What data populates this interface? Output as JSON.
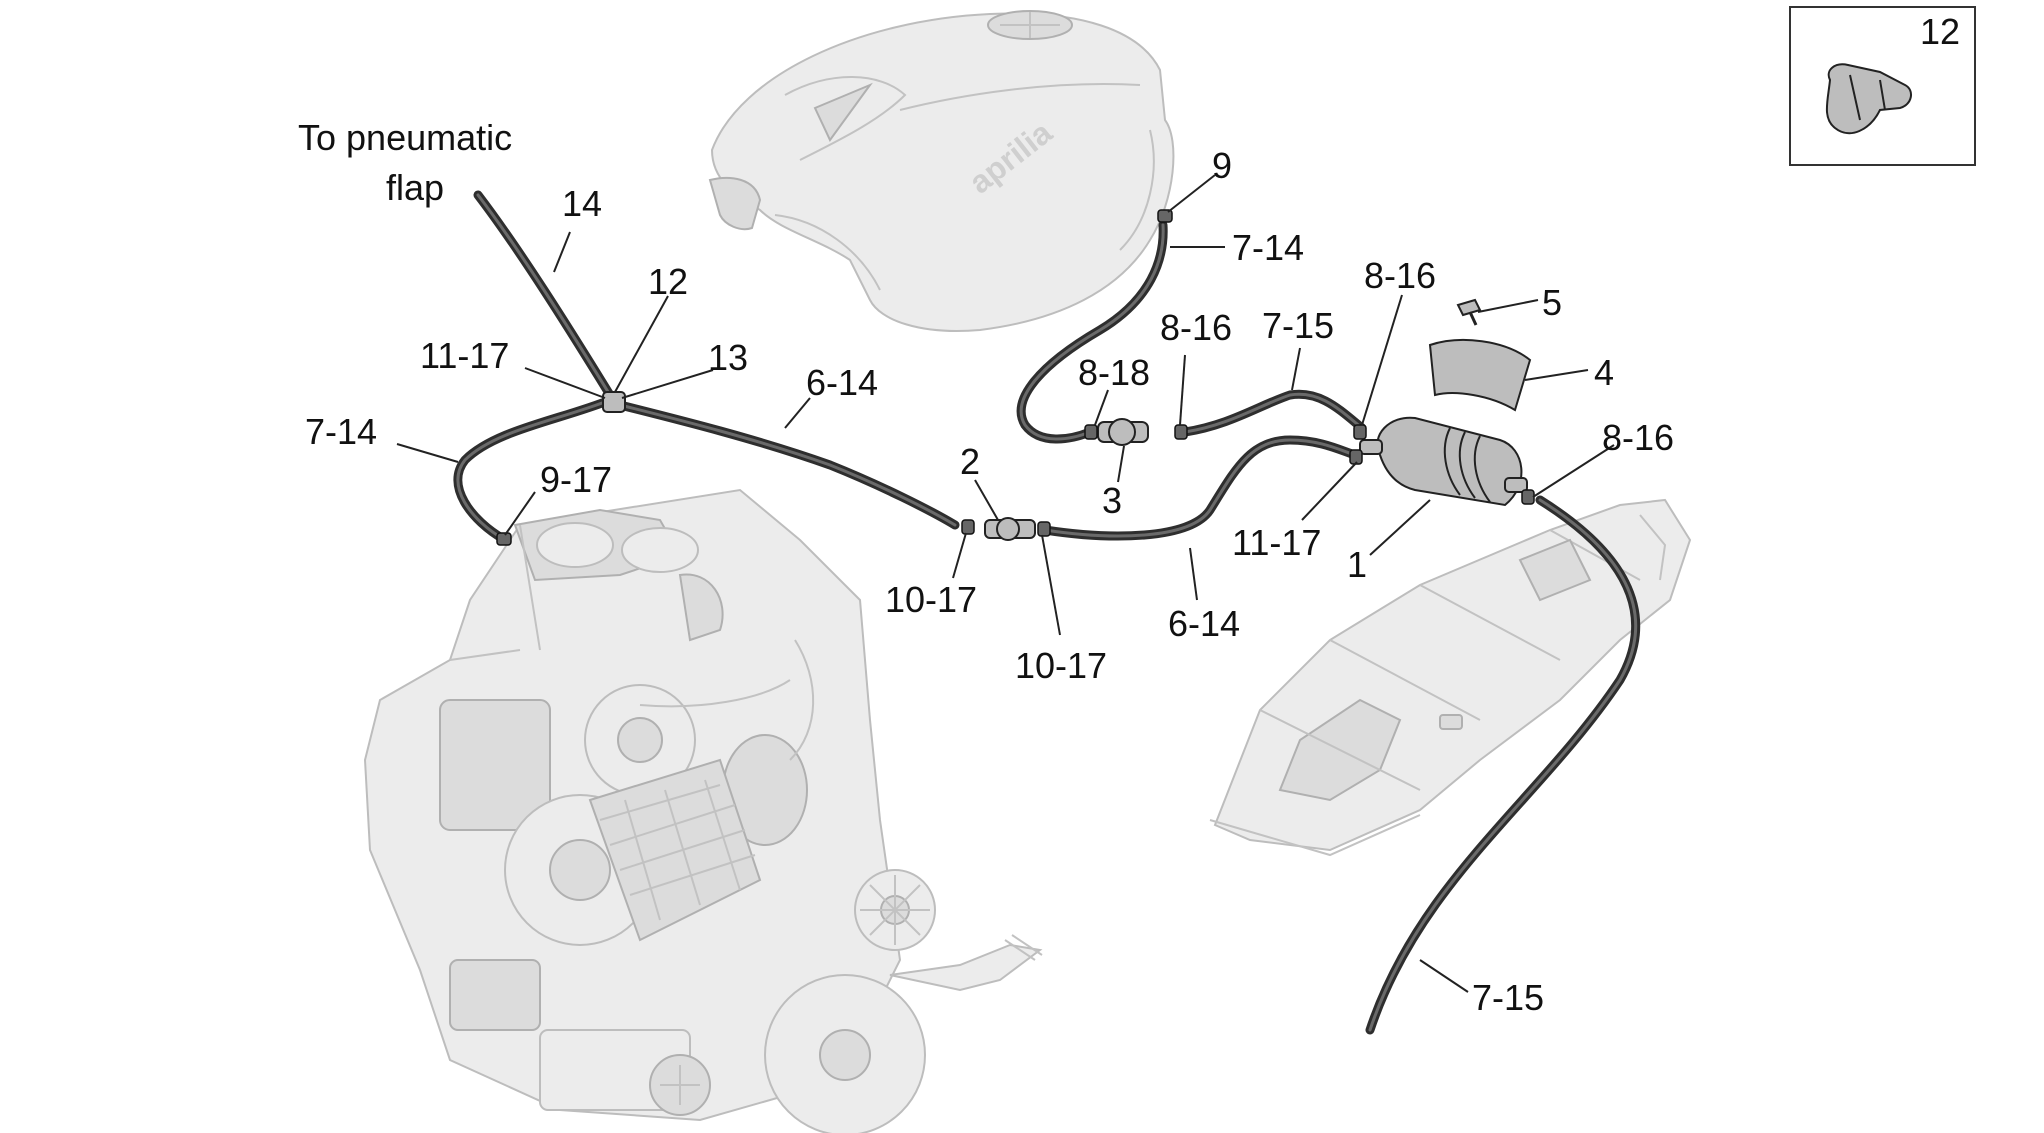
{
  "diagram": {
    "callout_labels": {
      "to_pneumatic_flap_line1": "To pneumatic",
      "to_pneumatic_flap_line2": "flap",
      "l14_top": "14",
      "l12_mid": "12",
      "l11_17_left": "11-17",
      "l13": "13",
      "l6_14_top": "6-14",
      "l7_14_left": "7-14",
      "l9_17": "9-17",
      "l2": "2",
      "l10_17_left": "10-17",
      "l10_17_right": "10-17",
      "l6_14_bottom": "6-14",
      "l9": "9",
      "l7_14_top": "7-14",
      "l8_18": "8-18",
      "l8_16_mid": "8-16",
      "l7_15_top": "7-15",
      "l8_16_top": "8-16",
      "l3": "3",
      "l5": "5",
      "l4": "4",
      "l8_16_right": "8-16",
      "l11_17_right": "11-17",
      "l1": "1",
      "l7_15_bottom": "7-15",
      "inset_number": "12"
    },
    "tank_logo_text": "aprilia"
  },
  "colors": {
    "hose": "#2e2e2e",
    "ghost_parts": "#ececec",
    "ink": "#111111"
  }
}
